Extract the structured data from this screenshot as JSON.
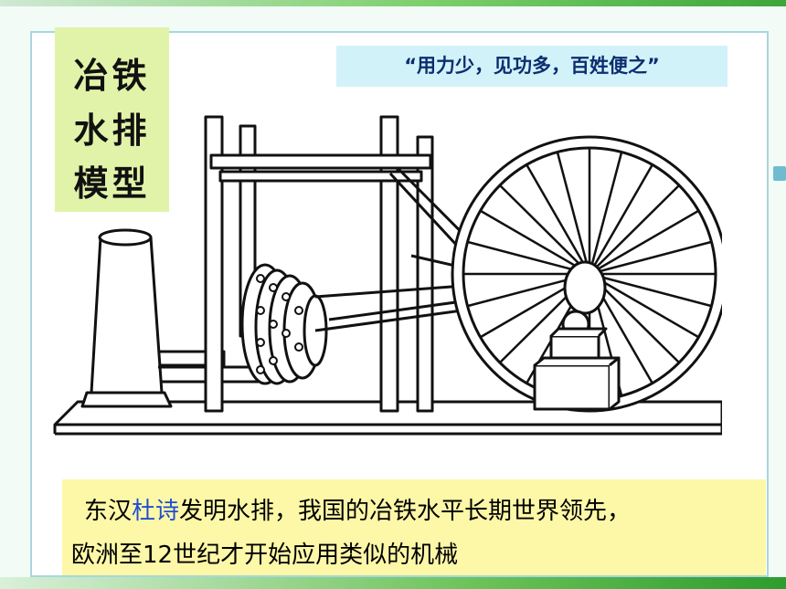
{
  "title": {
    "lines": [
      "冶铁",
      "水排",
      "模型"
    ]
  },
  "quote": "“用力少，见功多，百姓便之”",
  "description": {
    "line1_prefix": "东汉",
    "line1_highlight": "杜诗",
    "line1_suffix": "发明水排，我国的冶铁水平长期世界领先，",
    "line2": "欧洲至12世纪才开始应用类似的机械"
  },
  "colors": {
    "title_bg": "#e1f3a8",
    "quote_bg": "#d2f2f9",
    "quote_text": "#0b2e6f",
    "description_bg": "#fdf7a8",
    "highlight": "#1f4fd1",
    "frame_border": "#a9d6de"
  },
  "icons": [
    "water-bellows-illustration"
  ]
}
